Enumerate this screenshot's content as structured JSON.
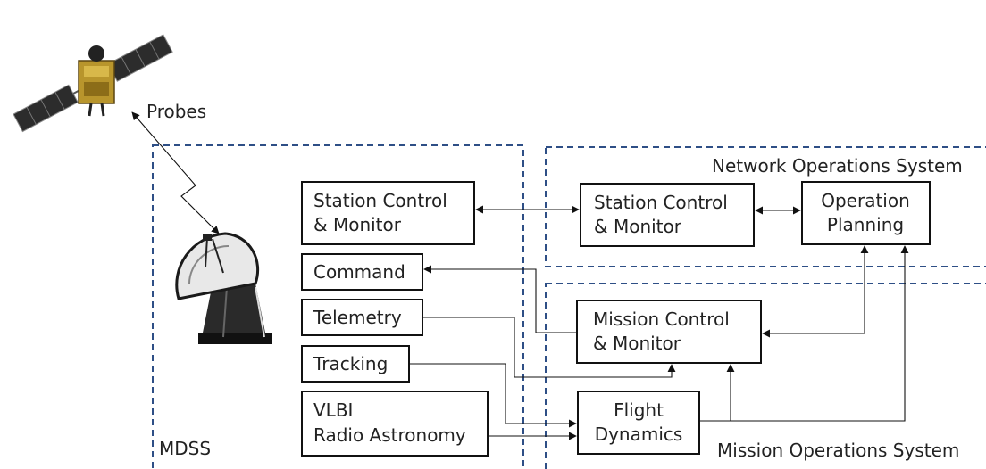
{
  "labels": {
    "probes": "Probes",
    "mdss": "MDSS",
    "network_system": "Network Operations System",
    "mission_system": "Mission Operations System"
  },
  "boxes": {
    "mdss_station_control": [
      "Station Control",
      "& Monitor"
    ],
    "command": [
      "Command"
    ],
    "telemetry": [
      "Telemetry"
    ],
    "tracking": [
      "Tracking"
    ],
    "vlbi": [
      "VLBI",
      "Radio Astronomy"
    ],
    "nos_station_control": [
      "Station Control",
      "& Monitor"
    ],
    "operation_planning": [
      "Operation",
      "Planning"
    ],
    "mission_control": [
      "Mission Control",
      "& Monitor"
    ],
    "flight_dynamics": [
      "Flight",
      "Dynamics"
    ]
  },
  "icons": {
    "satellite": "satellite-icon",
    "antenna": "antenna-dish-icon",
    "link": "radio-link-icon"
  }
}
